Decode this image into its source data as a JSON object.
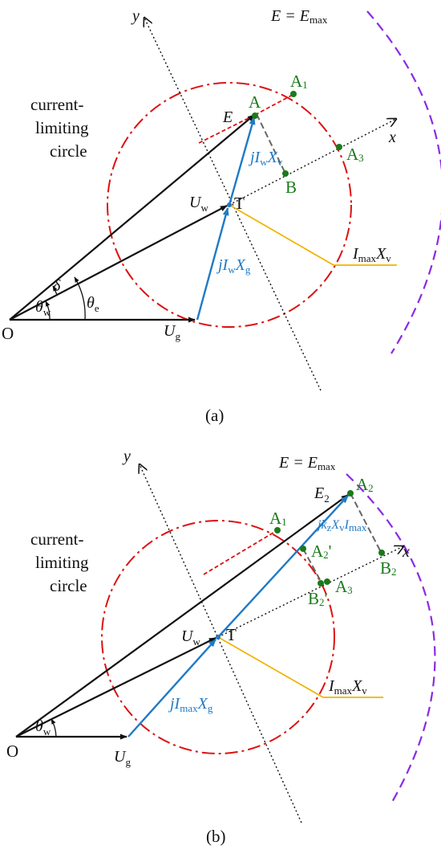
{
  "panel_a": {
    "caption": "(a)",
    "circle_label_1": "current-",
    "circle_label_2": "limiting",
    "circle_label_3": "circle",
    "emax_label": "E = E",
    "emax_sub": "max",
    "y_axis": "y",
    "x_axis": "x",
    "O": "O",
    "T": "T",
    "A": "A",
    "A1": "A",
    "A1_sub": "1",
    "A3": "A",
    "A3_sub": "3",
    "B": "B",
    "E": "E",
    "Uw": "U",
    "Uw_sub": "w",
    "Ug": "U",
    "Ug_sub": "g",
    "delta": "δ",
    "theta_w": "θ",
    "theta_w_sub": "w",
    "theta_e": "θ",
    "theta_e_sub": "e",
    "jIwXv": "jI",
    "jIwXv_sub1": "w",
    "jIwXv_mid": "X",
    "jIwXv_sub2": "v",
    "jIwXg": "jI",
    "jIwXg_sub1": "w",
    "jIwXg_mid": "X",
    "jIwXg_sub2": "g",
    "ImaxXv": "I",
    "ImaxXv_sub": "max",
    "ImaxXv_mid": "X",
    "ImaxXv_sub2": "v"
  },
  "panel_b": {
    "caption": "(b)",
    "circle_label_1": "current-",
    "circle_label_2": "limiting",
    "circle_label_3": "circle",
    "emax_label": "E = E",
    "emax_sub": "max",
    "y_axis": "y",
    "x_axis": "x",
    "O": "O",
    "T": "T",
    "A1": "A",
    "A1_sub": "1",
    "A2": "A",
    "A2_sub": "2",
    "A2p": "A",
    "A2p_sub": "2",
    "A2p_prime": "'",
    "A3": "A",
    "A3_sub": "3",
    "B2": "B",
    "B2_sub": "2",
    "B2p": "B",
    "B2p_sub": "2",
    "B2p_prime": "'",
    "E2": "E",
    "E2_sub": "2",
    "Uw": "U",
    "Uw_sub": "w",
    "Ug": "U",
    "Ug_sub": "g",
    "theta_w": "θ",
    "theta_w_sub": "w",
    "jkz": "jk",
    "jkz_sub": "z",
    "jkz_X": "X",
    "jkz_Xsub": "v",
    "jkz_I": "I",
    "jkz_Isub": "max",
    "jImaxXg": "jI",
    "jImaxXg_sub1": "max",
    "jImaxXg_mid": "X",
    "jImaxXg_sub2": "g",
    "ImaxXv": "I",
    "ImaxXv_sub": "max",
    "ImaxXv_mid": "X",
    "ImaxXv_sub2": "v"
  }
}
